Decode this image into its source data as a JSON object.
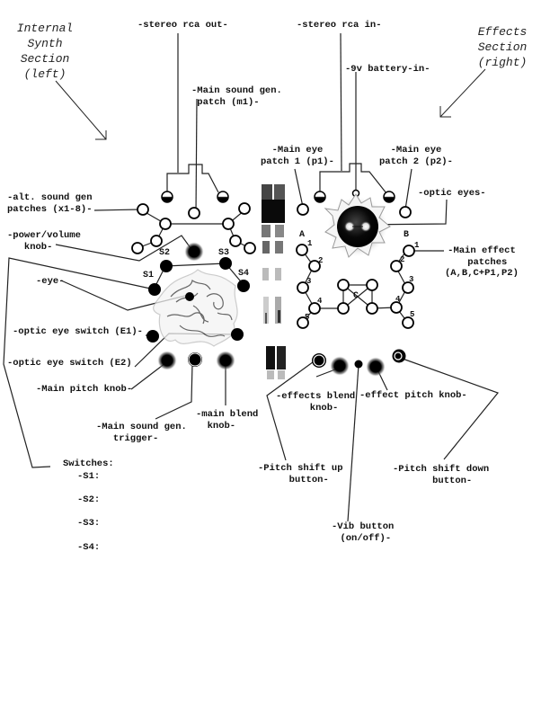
{
  "sections": {
    "left": "Internal\nSynth\nSection\n(left)",
    "right": "Effects\nSection\n(right)"
  },
  "labels": {
    "stereo_rca_out": "-stereo rca out-",
    "stereo_rca_in": "-stereo rca in-",
    "battery_in": "-9v battery-in-",
    "main_sound_gen_patch": "-Main sound gen.\n patch (m1)-",
    "main_eye_patch_1": "-Main eye\npatch 1 (p1)-",
    "main_eye_patch_2": "-Main eye\npatch 2 (p2)-",
    "optic_eyes": "-optic eyes-",
    "alt_sound_gen_patches": "-alt. sound gen\npatches (x1-8)-",
    "power_volume_knob": "-power/volume\n   knob-",
    "eye": "-eye-",
    "optic_eye_switch_e1": "-optic eye switch (E1)-",
    "optic_eye_switch_e2": "-optic eye switch (E2)",
    "main_pitch_knob": "-Main pitch knob-",
    "main_sound_gen_trigger": "-Main sound gen.\n   trigger-",
    "main_blend_knob": "-main blend\n  knob-",
    "main_effect_patches": "-Main effect\n  patches\n(A,B,C+P1,P2)",
    "effects_blend_knob": "-effects blend\n   knob-",
    "effect_pitch_knob": "-effect pitch knob-",
    "pitch_shift_up": "-Pitch shift up\n   button-",
    "pitch_shift_down": "-Pitch shift down\n    button-",
    "vib_button": "-Vib button\n (on/off)-"
  },
  "switch_tags": [
    "S1",
    "S2",
    "S3",
    "S4"
  ],
  "patch_groups": {
    "A": "A",
    "B": "B",
    "C": "C",
    "numbers": [
      "1",
      "2",
      "3",
      "4",
      "5"
    ]
  },
  "switches_legend": {
    "title": "Switches:",
    "items": [
      "-S1:",
      "-S2:",
      "-S3:",
      "-S4:"
    ]
  }
}
